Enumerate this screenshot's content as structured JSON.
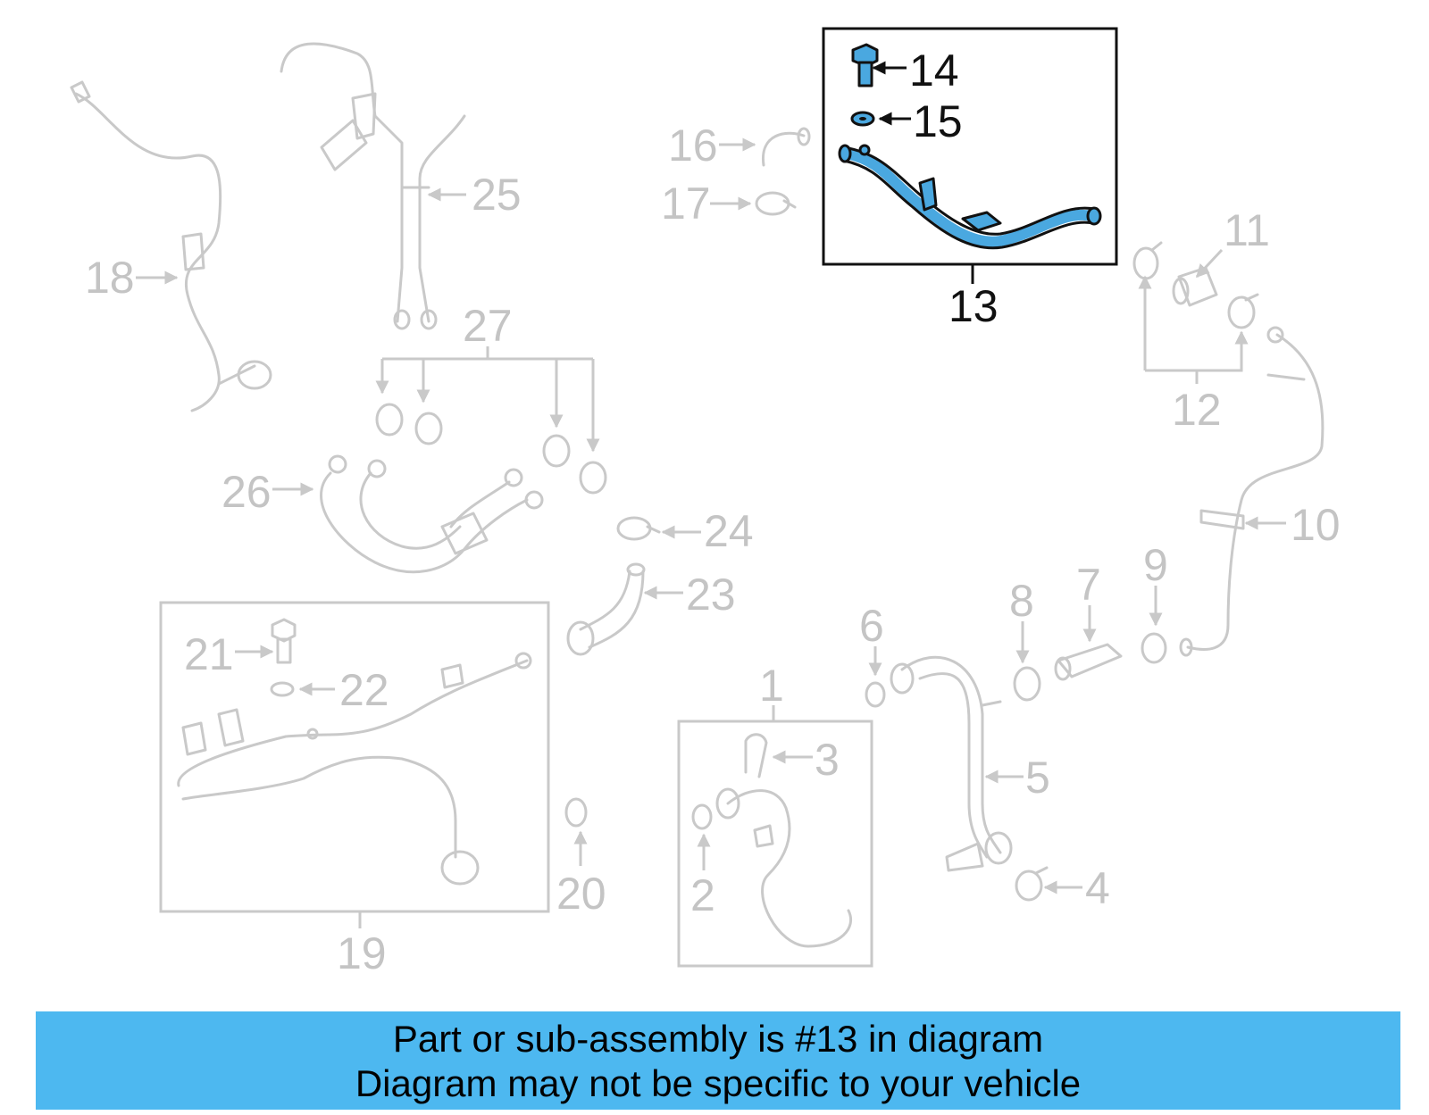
{
  "callouts": {
    "c1": "1",
    "c2": "2",
    "c3": "3",
    "c4": "4",
    "c5": "5",
    "c6": "6",
    "c7": "7",
    "c8": "8",
    "c9": "9",
    "c10": "10",
    "c11": "11",
    "c12": "12",
    "c13": "13",
    "c14": "14",
    "c15": "15",
    "c16": "16",
    "c17": "17",
    "c18": "18",
    "c19": "19",
    "c20": "20",
    "c21": "21",
    "c22": "22",
    "c23": "23",
    "c24": "24",
    "c25": "25",
    "c26": "26",
    "c27": "27"
  },
  "highlight": {
    "part_number": "13",
    "color": "#4aa8e0"
  },
  "banner": {
    "line1": "Part or sub-assembly is #13 in diagram",
    "line2": "Diagram may not be specific to your vehicle",
    "background": "#4db8f0"
  }
}
